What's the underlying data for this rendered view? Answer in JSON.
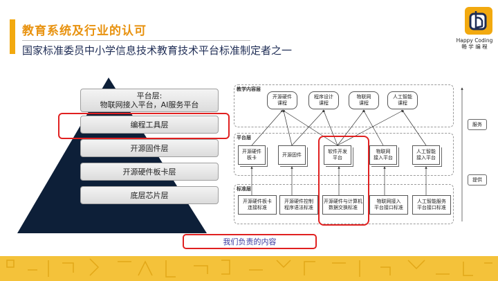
{
  "header": {
    "title": "教育系统及行业的认可",
    "subtitle": "国家标准委员中小学信息技术教育技术平台标准制定者之一"
  },
  "logo": {
    "line1": "Happy Coding",
    "line2": "畅 学 编 程",
    "icon": "hand-cursor-icon",
    "colors": {
      "primary": "#f2a90f",
      "dark": "#1f2d55"
    }
  },
  "pyramid": {
    "layers": [
      {
        "label": "平台层:\n物联网接入平台，AI服务平台"
      },
      {
        "label": "编程工具层"
      },
      {
        "label": "开源固件层"
      },
      {
        "label": "开源硬件板卡层"
      },
      {
        "label": "底层芯片层"
      }
    ],
    "highlighted": "编程工具层"
  },
  "callout": {
    "label": "我们负责的内容"
  },
  "diagram": {
    "teaching_layer": {
      "label": "教学内容层",
      "items": [
        "开源硬件\n课程",
        "程序设计\n课程",
        "物联网\n课程",
        "人工智能\n课程"
      ]
    },
    "platform_layer": {
      "label": "平台层",
      "items": [
        "开源硬件\n板卡",
        "开源固件",
        "软件开发\n平台",
        "物联网\n接入平台",
        "人工智能\n接入平台"
      ]
    },
    "standard_layer": {
      "label": "标准层",
      "items": [
        "开源硬件板卡\n连接标准",
        "开源硬件控制\n程序语法标准",
        "开源硬件与计算机\n数据交换标准",
        "物联网接入\n平台接口标准",
        "人工智能服务\n平台接口标准"
      ]
    },
    "side_tags": {
      "service": "服务",
      "provide": "提供"
    }
  },
  "colors": {
    "accent": "#f2a90f",
    "highlight": "#e02020",
    "navy": "#1f2d55"
  }
}
